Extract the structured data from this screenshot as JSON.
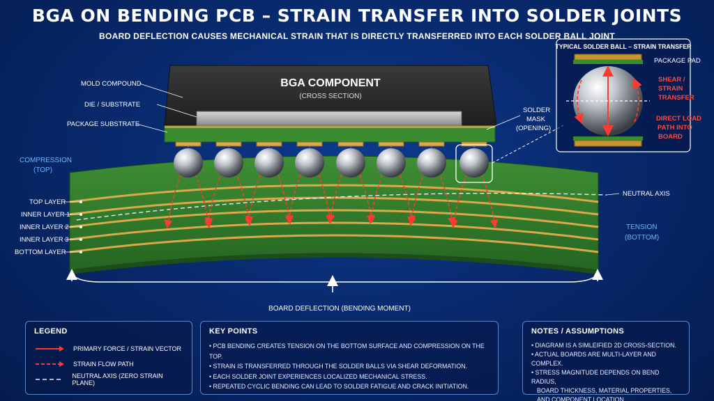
{
  "title": "BGA ON BENDING PCB – STRAIN TRANSFER INTO SOLDER JOINTS",
  "subtitle": "BOARD DEFLECTION CAUSES MECHANICAL STRAIN THAT IS DIRECTLY TRANSFERRED INTO EACH SOLDER BALL JOINT",
  "component": {
    "title": "BGA COMPONENT",
    "subtitle": "(CROSS SECTION)"
  },
  "left_labels": {
    "mold": "MOLD COMPOUND",
    "die": "DIE / SUBSTRATE",
    "package": "PACKAGE SUBSTRATE",
    "compression_1": "COMPRESSION",
    "compression_2": "(TOP)",
    "top_layer": "TOP LAYER",
    "inner_1": "INNER LAYER 1",
    "inner_2": "INNER LAYER 2",
    "inner_3": "INNER LAYER 3",
    "bottom_layer": "BOTTOM LAYER"
  },
  "right_labels": {
    "mask_1": "SOLDER",
    "mask_2": "MASK",
    "mask_3": "(OPENING)",
    "neutral": "NEUTRAL AXIS",
    "tension_1": "TENSION",
    "tension_2": "(BOTTOM)"
  },
  "deflection_label": "BOARD DEFLECTION (BENDING MOMENT)",
  "inset": {
    "title": "TYPICAL SOLDER BALL – STRAIN TRANSFER",
    "pad": "PACKAGE PAD",
    "shear_1": "SHEAR /",
    "shear_2": "STRAIN",
    "shear_3": "TRANSFER",
    "load_1": "DIRECT LOAD",
    "load_2": "PATH INTO",
    "load_3": "BOARD"
  },
  "legend": {
    "title": "LEGEND",
    "items": [
      "PRIMARY FORCE / STRAIN VECTOR",
      "STRAIN FLOW PATH",
      "NEUTRAL AXIS (ZERO STRAIN PLANE)"
    ]
  },
  "key_points": {
    "title": "KEY POINTS",
    "items": [
      "• PCB BENDING CREATES TENSION ON THE BOTTOM SURFACE AND COMPRESSION ON THE TOP.",
      "• STRAIN IS TRANSFERRED THROUGH THE SOLDER BALLS VIA SHEAR DEFORMATION.",
      "• EACH SOLDER JOINT EXPERIENCES LOCALIZED MECHANICAL STRESS.",
      "• REPEATED CYCLIC BENDING CAN LEAD TO SOLDER FATIGUE AND CRACK INITIATION."
    ]
  },
  "notes": {
    "title": "NOTES / ASSUMPTIONS",
    "items": [
      "• DIAGRAM IS A SIMLEIFIED 2D CROSS-SECTION.",
      "• ACTUAL BOARDS ARE MULTI-LAYER AND COMPLEX.",
      "• STRESS MAGNITUDE DEPENDS ON BEND RADIUS,",
      "BOARD THICKNESS, MATERIAL PROPERTIES,",
      "AND COMPONENT LOCATION."
    ]
  },
  "colors": {
    "background": "#082a6e",
    "pcb": "#2f7a2c",
    "copper": "#d9a94a",
    "mold": "#2a2a2a",
    "arrow": "#ff3b2f",
    "accent": "#6fb4ff"
  }
}
